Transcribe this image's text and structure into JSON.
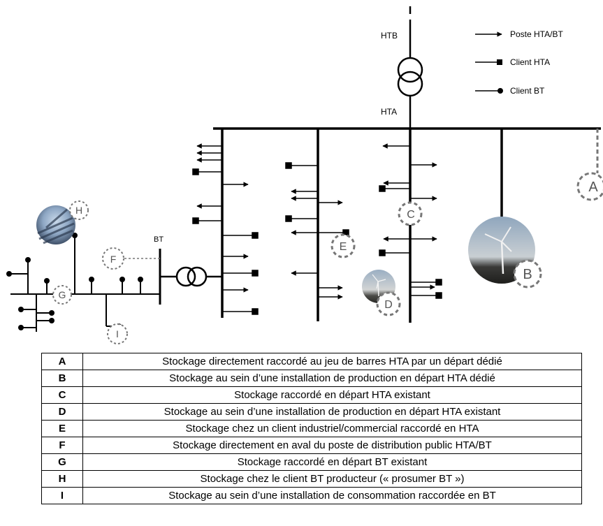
{
  "labels": {
    "htb": "HTB",
    "hta": "HTA",
    "bt": "BT"
  },
  "key": {
    "poste": "Poste HTA/BT",
    "client_hta": "Client HTA",
    "client_bt": "Client BT"
  },
  "markers": {
    "a": "A",
    "b": "B",
    "c": "C",
    "d": "D",
    "e": "E",
    "f": "F",
    "g": "G",
    "h": "H",
    "i": "I"
  },
  "table": [
    {
      "key": "A",
      "text": "Stockage directement raccordé au jeu de barres HTA par un départ dédié"
    },
    {
      "key": "B",
      "text": "Stockage au sein d’une installation de production en départ HTA dédié"
    },
    {
      "key": "C",
      "text": "Stockage raccordé en départ HTA existant"
    },
    {
      "key": "D",
      "text": "Stockage au sein d’une installation de production en départ HTA existant"
    },
    {
      "key": "E",
      "text": "Stockage chez un client industriel/commercial raccordé en HTA"
    },
    {
      "key": "F",
      "text": "Stockage directement en aval du poste de distribution public HTA/BT"
    },
    {
      "key": "G",
      "text": "Stockage raccordé en départ BT existant"
    },
    {
      "key": "H",
      "text": "Stockage chez le client BT producteur (« prosumer BT »)"
    },
    {
      "key": "I",
      "text": "Stockage au sein d’une installation de consommation raccordée en BT"
    }
  ]
}
